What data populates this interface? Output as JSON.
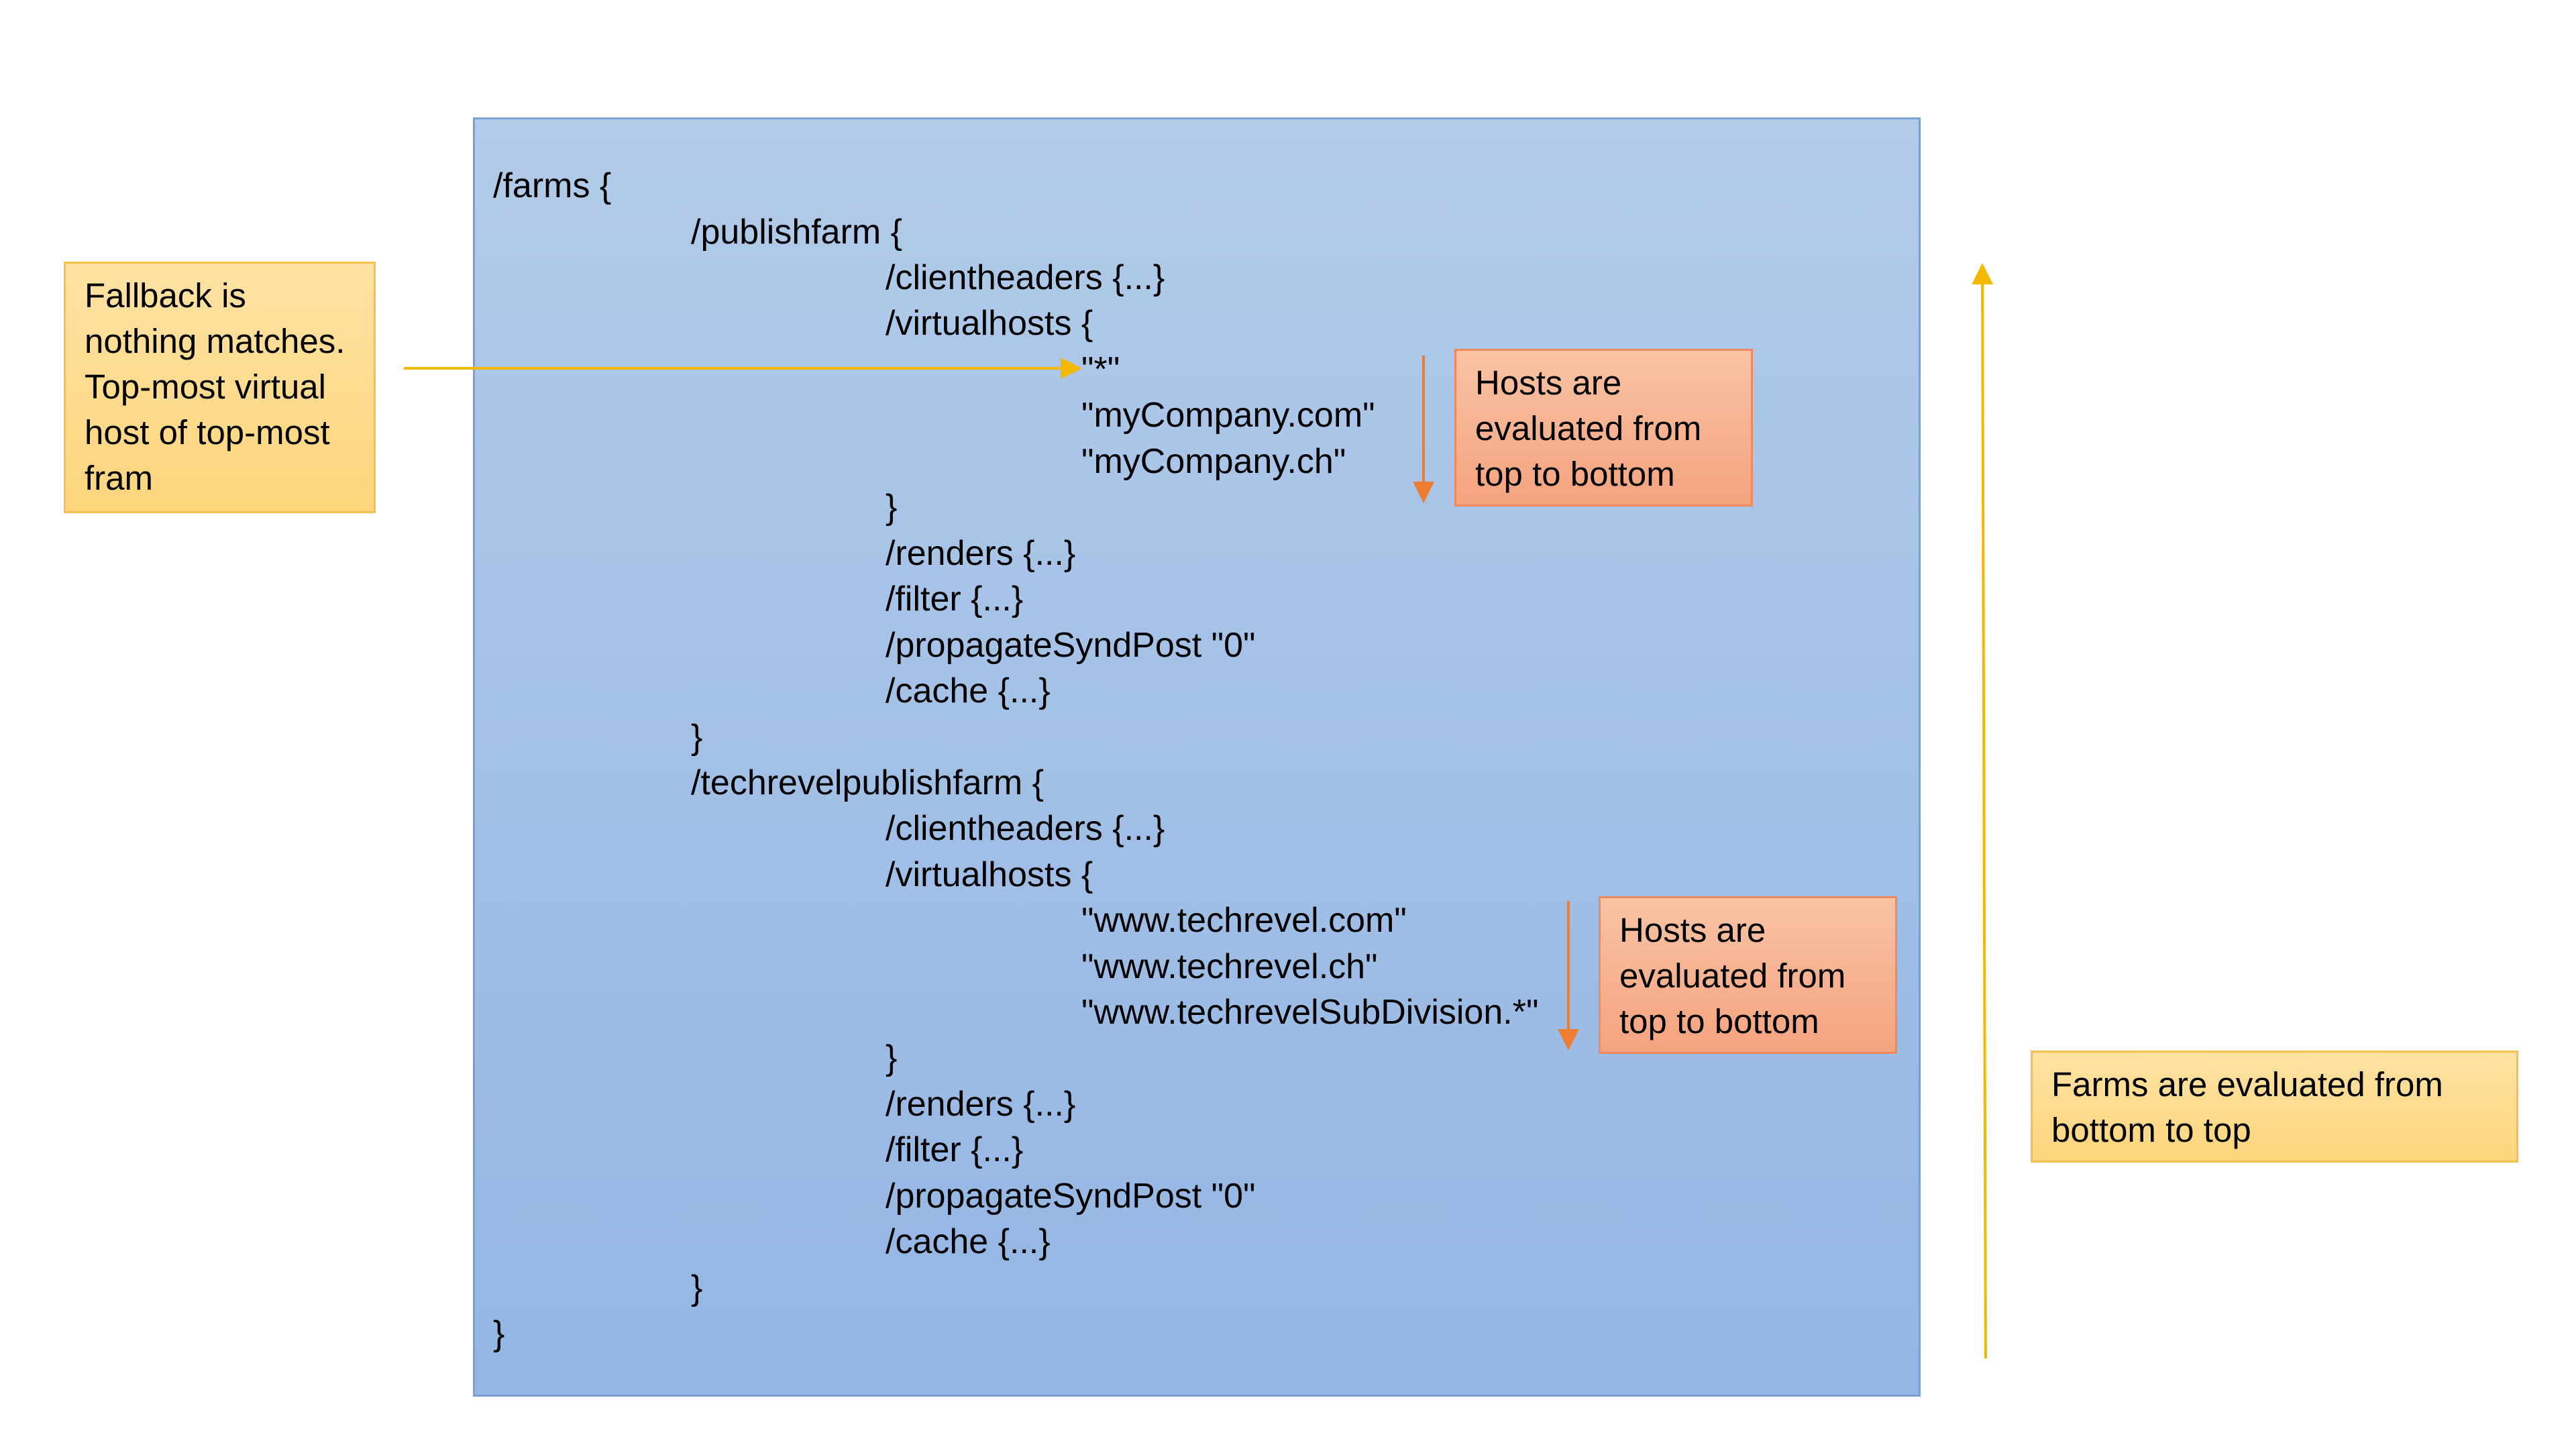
{
  "config": {
    "lines": [
      "/farms {",
      "/publishfarm {",
      "/clientheaders {...}",
      "/virtualhosts {",
      "\"*\"",
      "\"myCompany.com\"",
      "\"myCompany.ch\"",
      "}",
      "/renders {...}",
      "/filter {...}",
      "/propagateSyndPost \"0\"",
      "/cache {...}",
      "}",
      "/techrevelpublishfarm {",
      "/clientheaders {...}",
      "/virtualhosts {",
      "\"www.techrevel.com\"",
      "\"www.techrevel.ch\"",
      "\"www.techrevelSubDivision.*\"",
      "}",
      "/renders {...}",
      "/filter {...}",
      "/propagateSyndPost \"0\"",
      "/cache {...}",
      "}",
      "}"
    ]
  },
  "notes": {
    "fallback": {
      "lines": [
        "Fallback is",
        "nothing matches.",
        "Top-most virtual",
        "host of top-most",
        "fram"
      ]
    },
    "hosts_order_1": {
      "lines": [
        "Hosts are",
        "evaluated from",
        "top to bottom"
      ]
    },
    "hosts_order_2": {
      "lines": [
        "Hosts are",
        "evaluated from",
        "top to bottom"
      ]
    },
    "farms_order": {
      "lines": [
        "Farms are evaluated from",
        "bottom to top"
      ]
    }
  },
  "colors": {
    "panel_fill": "#a3c0e6",
    "panel_border": "#7a9fd4",
    "yellow_note": "#fdd57c",
    "salmon_note": "#f5a37f",
    "yellow_arrow": "#f5b800",
    "orange_arrow": "#ed7d31"
  }
}
